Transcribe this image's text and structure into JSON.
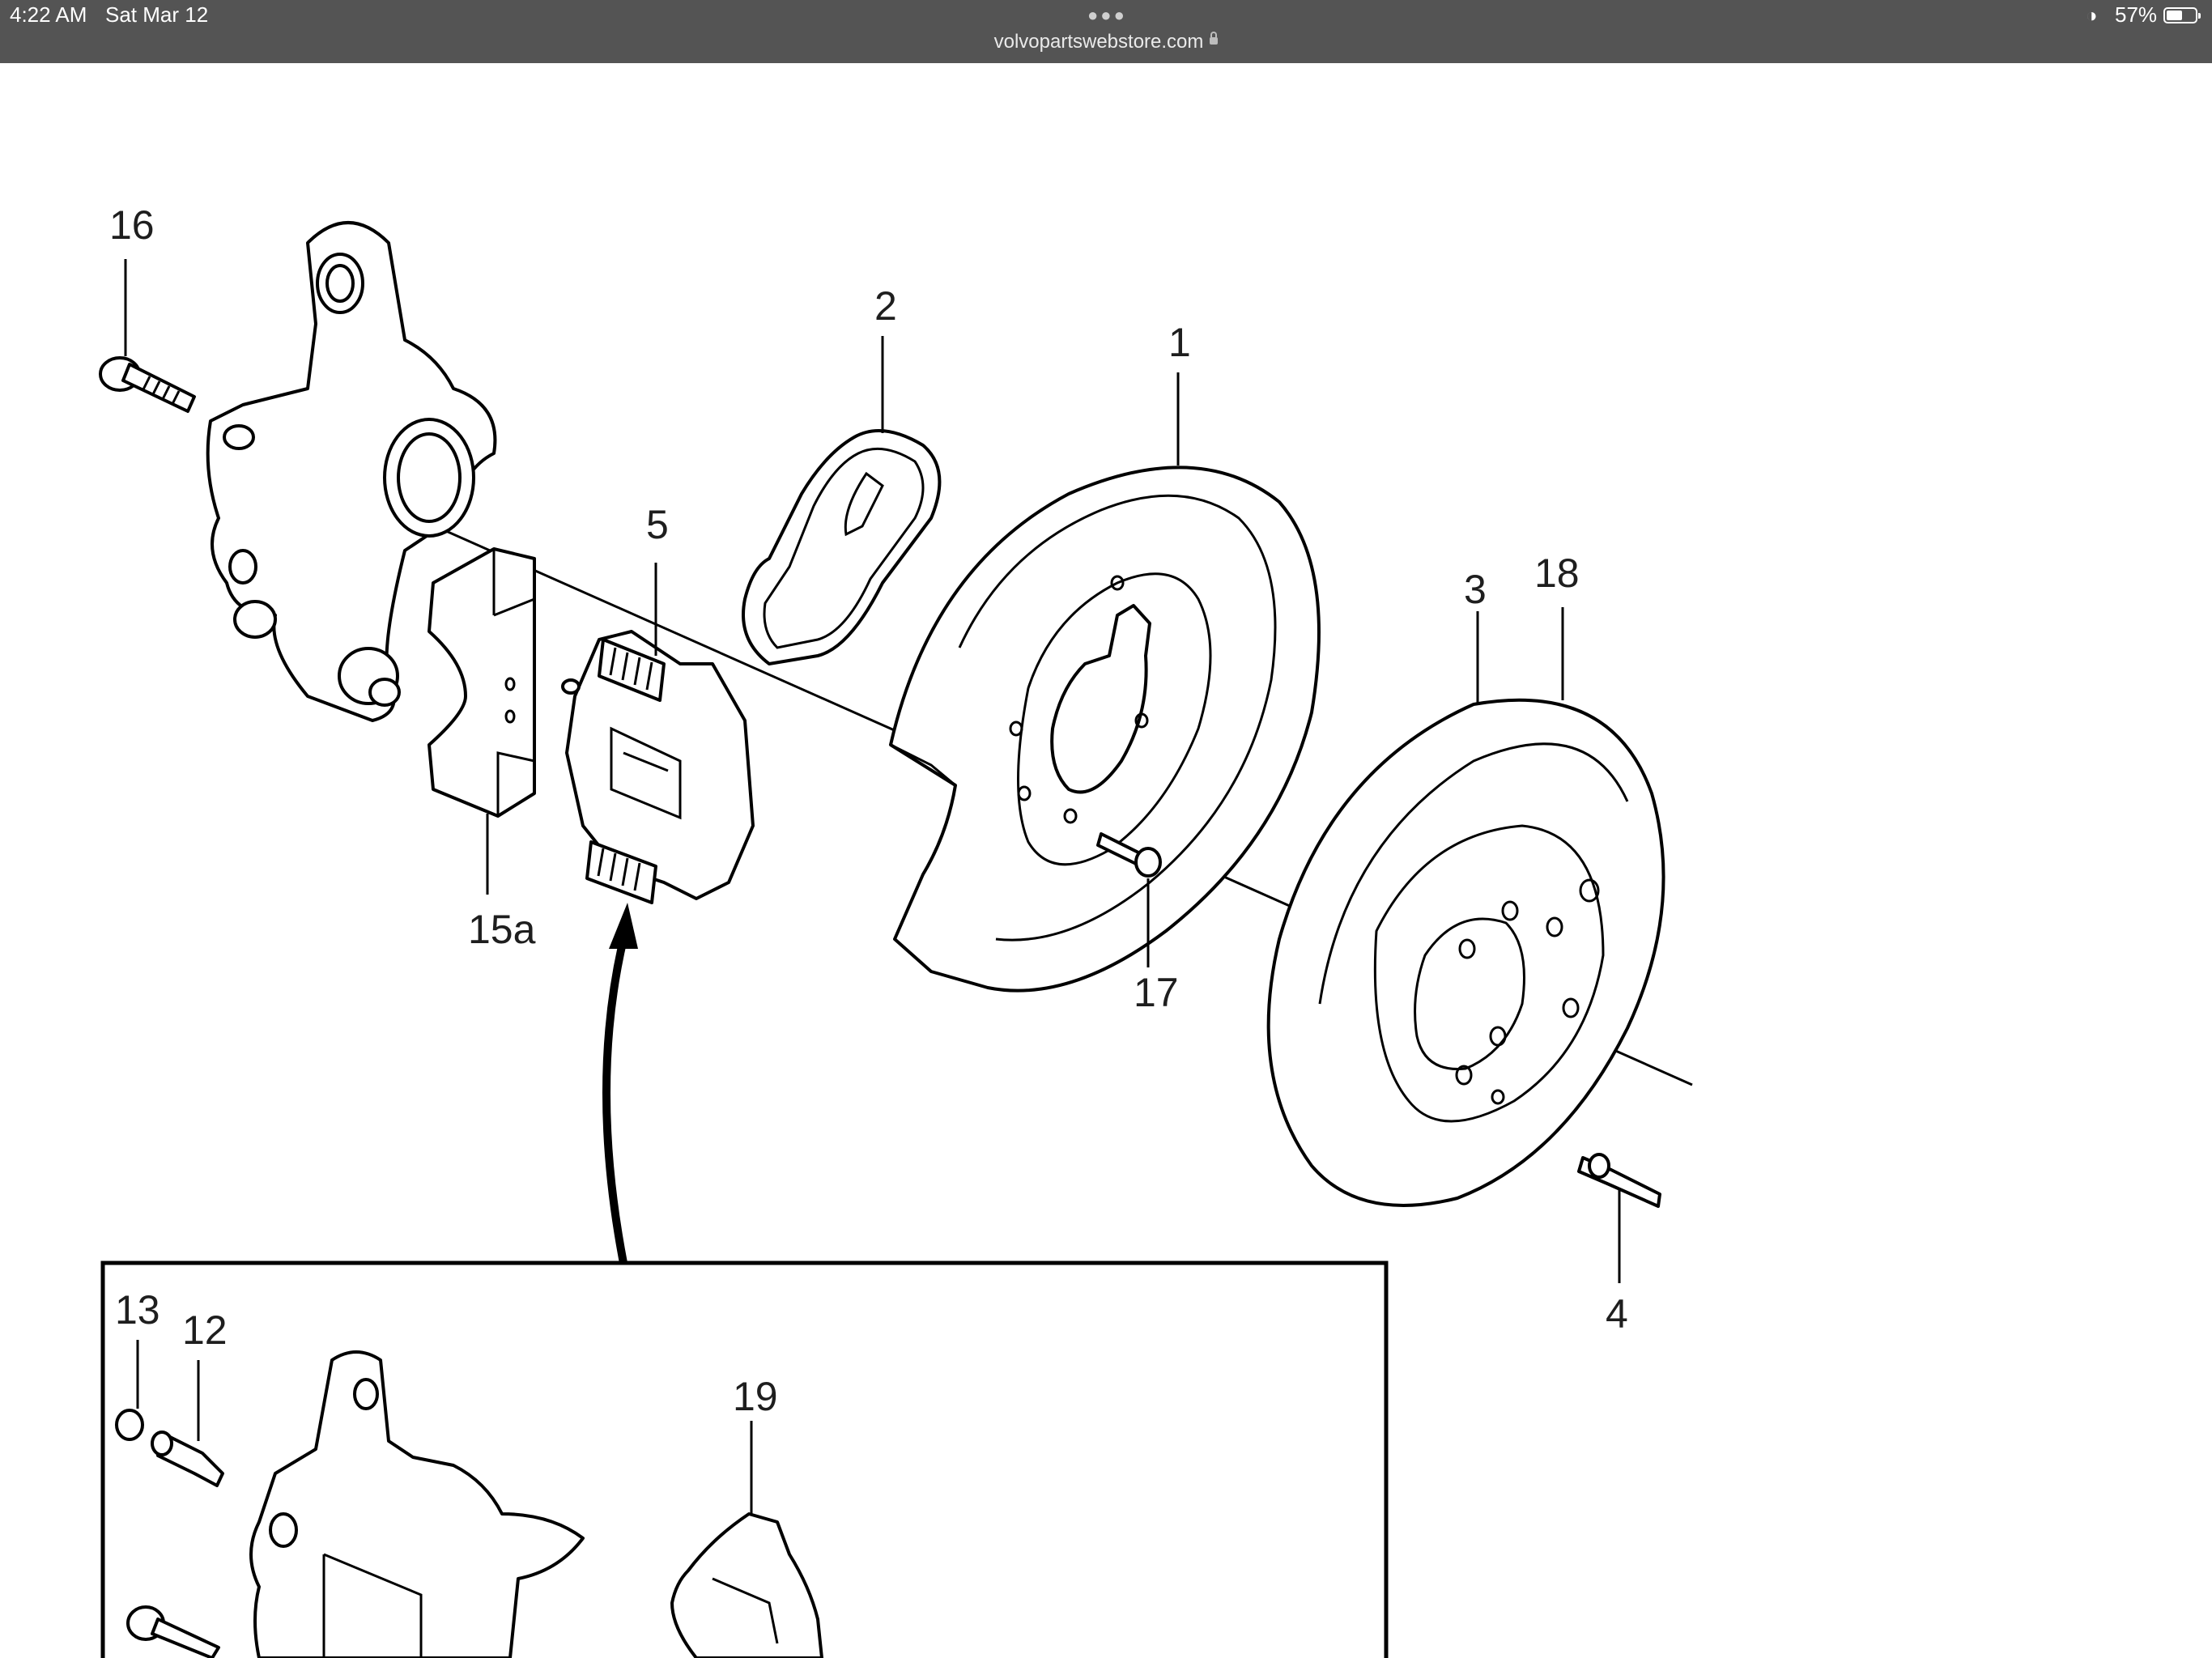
{
  "status_bar": {
    "time": "4:22 AM",
    "date": "Sat Mar 12",
    "url": "volvopartswebstore.com",
    "battery_percent": "57%",
    "battery_level": 0.57,
    "icons": [
      "more-dots-icon",
      "lock-icon",
      "wifi-icon",
      "battery-icon"
    ]
  },
  "diagram": {
    "callouts": [
      "16",
      "2",
      "1",
      "5",
      "3",
      "18",
      "15a",
      "17",
      "4",
      "13",
      "12",
      "19"
    ]
  }
}
